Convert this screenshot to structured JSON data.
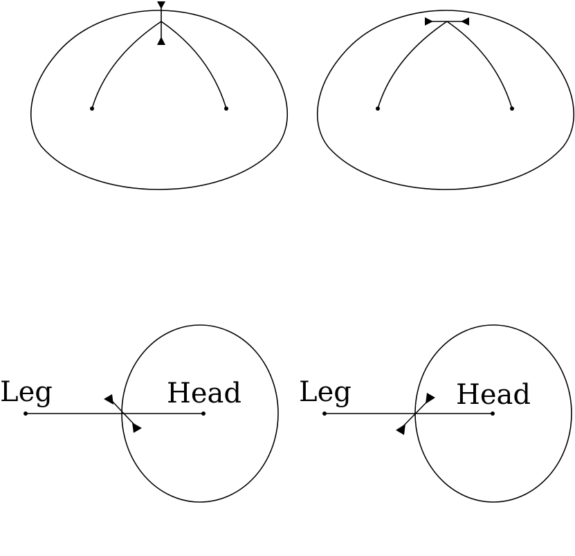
{
  "panels": {
    "bottom_left": {
      "leg_label": "Leg",
      "head_label": "Head"
    },
    "bottom_right": {
      "leg_label": "Leg",
      "head_label": "Head"
    }
  },
  "colors": {
    "stroke": "#000000",
    "background": "#ffffff"
  }
}
